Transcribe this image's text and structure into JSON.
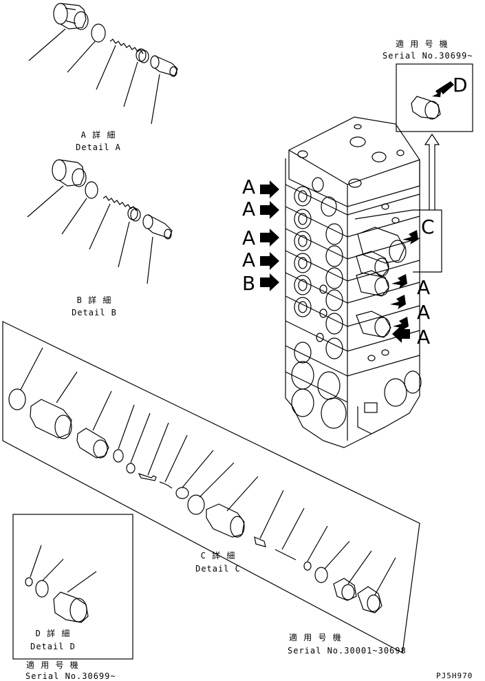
{
  "details": {
    "a": {
      "jp": "A 詳 細",
      "en": "Detail A"
    },
    "b": {
      "jp": "B 詳 細",
      "en": "Detail B"
    },
    "c": {
      "jp": "C 詳 細",
      "en": "Detail C"
    },
    "d": {
      "jp": "D 詳 細",
      "en": "Detail D"
    }
  },
  "applicable": {
    "jp": "適 用 号 機",
    "top_serial": "Serial No.30699~",
    "c_serial": "Serial No.30001~30698",
    "d_serial": "Serial No.30699~"
  },
  "callouts": {
    "a": "A",
    "b": "B",
    "c": "C",
    "d": "D"
  },
  "drawing_code": "PJ5H970"
}
